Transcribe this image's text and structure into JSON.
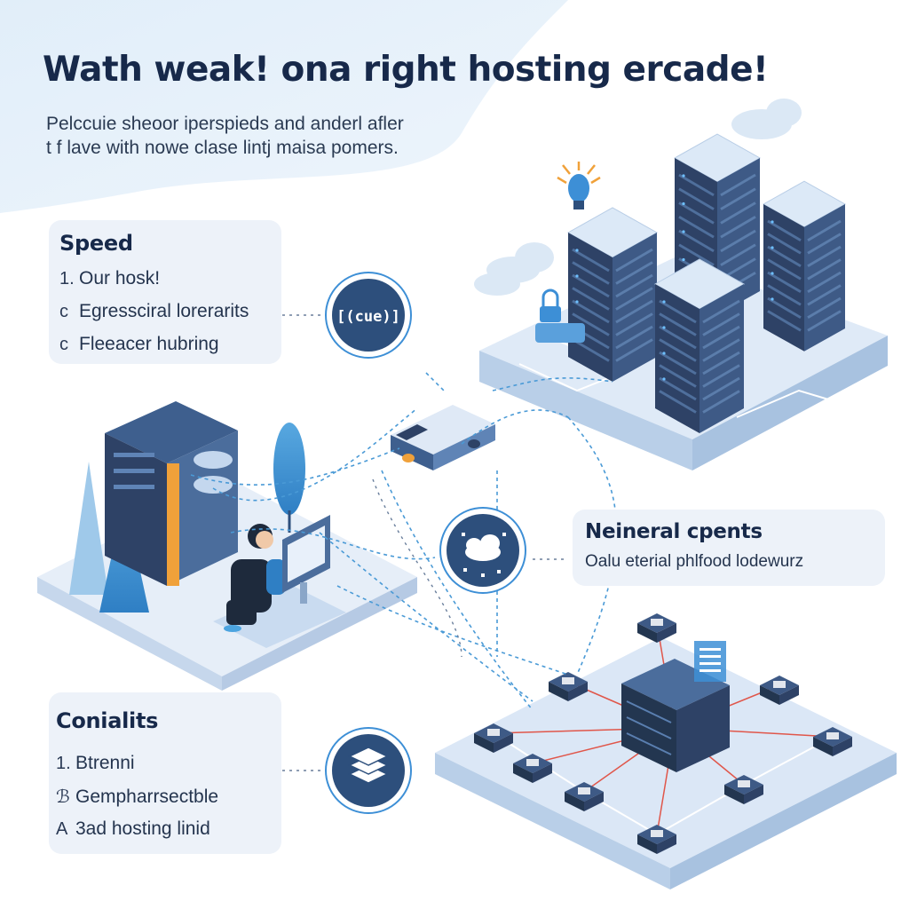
{
  "header": {
    "title": "Wath weak! ona right hosting ercade!",
    "subtitle_lines": [
      "Pelccuie sheoor iperspieds and anderl afler",
      "t f lave with nowe clase lintj maisa pomers."
    ]
  },
  "cards": {
    "speed": {
      "title": "Speed",
      "items": [
        {
          "marker": "1.",
          "text": "Our hosk!"
        },
        {
          "marker": "c",
          "text": "Egressciral lorerarits"
        },
        {
          "marker": "c",
          "text": "Fleeacer hubring"
        }
      ]
    },
    "general": {
      "title": "Neineral cpents",
      "description": "Oalu eterial phlfood lodewurz"
    },
    "connectivity": {
      "title": "Conialits",
      "items": [
        {
          "marker": "1.",
          "text": "Btrenni"
        },
        {
          "marker": "ℬ",
          "text": "Gempharrsectble"
        },
        {
          "marker": "A",
          "text": "3ad hosting linid"
        }
      ]
    }
  },
  "badges": {
    "speed": {
      "icon": "code-bracket-icon",
      "text": "[(cue)]"
    },
    "general": {
      "icon": "cloud-network-icon"
    },
    "connectivity": {
      "icon": "stacked-layers-icon"
    }
  },
  "colors": {
    "navy": "#2d4f7c",
    "server_dark": "#2e4266",
    "server_light": "#dce9f7",
    "platform": "#e3edf8",
    "accent_blue": "#3d8fd6",
    "red_line": "#e0564a",
    "orange": "#f0a13a"
  }
}
